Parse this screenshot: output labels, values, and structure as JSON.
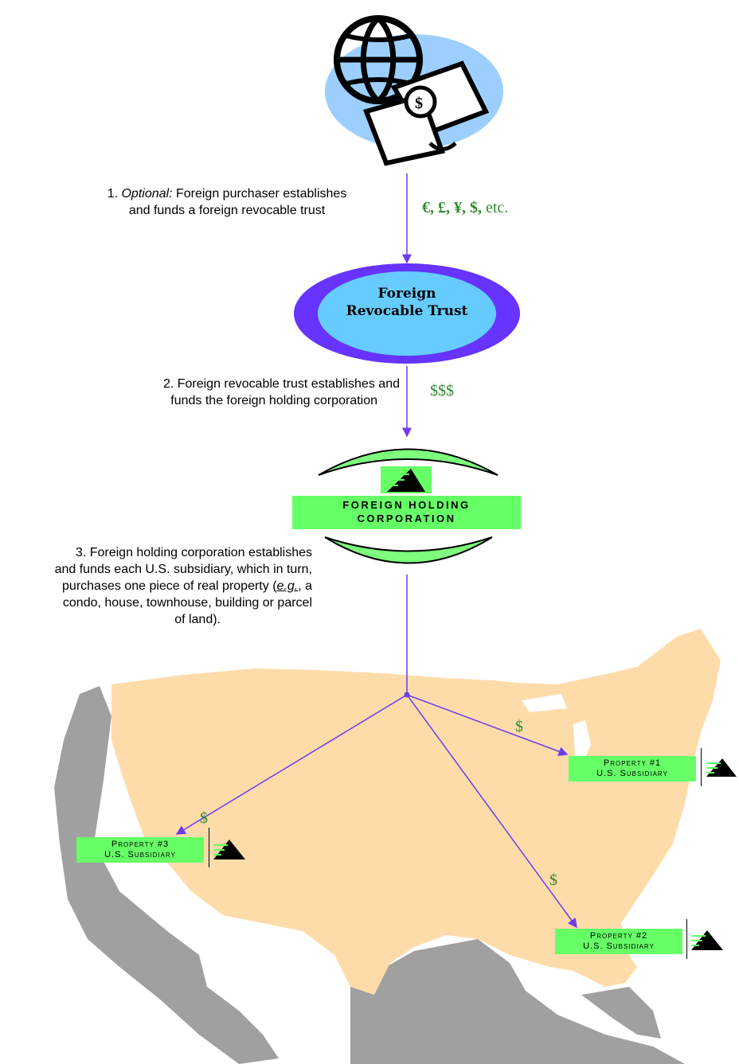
{
  "colors": {
    "arrow": "#6b3cf0",
    "money_green": "#2e8b2e",
    "box_green": "#66ff66",
    "map_fill": "#fedcaa",
    "coast_gray": "#a0a0a0",
    "globe_ellipse": "#9ccfff",
    "trust_outer": "#6633ff",
    "trust_inner": "#66ccff"
  },
  "icons": {
    "globe": "globe-money-icon",
    "logo": "pyramid-logo-icon"
  },
  "steps": {
    "step1_prefix": "1. ",
    "step1_optional": "Optional:",
    "step1_rest_line1": " Foreign purchaser establishes",
    "step1_line2": "and funds a foreign revocable trust",
    "step2_line1": "2. Foreign revocable trust establishes and",
    "step2_line2": "funds the foreign holding corporation",
    "step3_line1": "3. Foreign holding corporation establishes",
    "step3_line2": "and funds each U.S. subsidiary, which in turn,",
    "step3_line3a": "purchases one piece of real property (",
    "step3_eg": "e.g.",
    "step3_line3b": ", a",
    "step3_line4": "condo, house, townhouse, building or parcel",
    "step3_line5": "of land)."
  },
  "currencies": {
    "symbols": "€, £, ¥, $,",
    "etc": " etc.",
    "triple": "$$$",
    "single": "$"
  },
  "trust": {
    "line1": "Foreign",
    "line2": "Revocable Trust"
  },
  "corporation": {
    "line1": "Foreign holding",
    "line2": "corporation"
  },
  "properties": [
    {
      "title": "Property #1",
      "subtitle": "U.S. Subsidiary"
    },
    {
      "title": "Property #2",
      "subtitle": "U.S. Subsidiary"
    },
    {
      "title": "Property #3",
      "subtitle": "U.S. Subsidiary"
    }
  ]
}
